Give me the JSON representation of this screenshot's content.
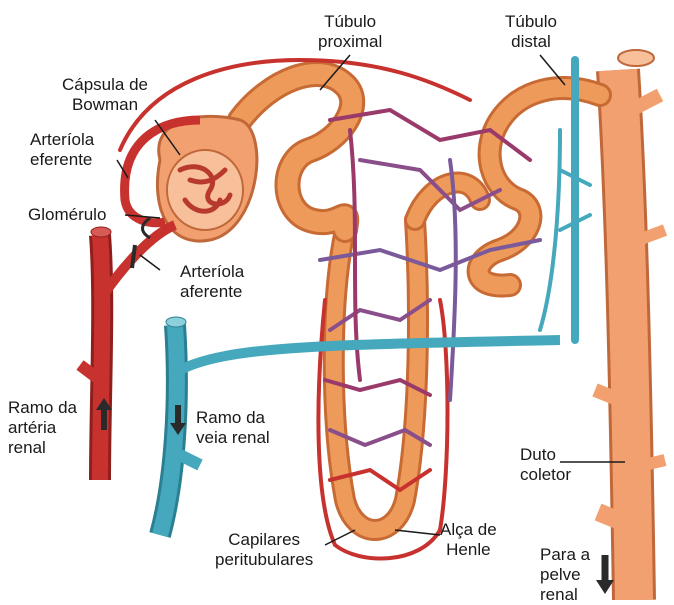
{
  "labels": {
    "proximal_tubule": [
      "Túbulo",
      "proximal"
    ],
    "distal_tubule": [
      "Túbulo",
      "distal"
    ],
    "bowman_capsule": [
      "Cápsula de",
      "Bowman"
    ],
    "efferent_arteriole": [
      "Arteríola",
      "eferente"
    ],
    "glomerulus": "Glomérulo",
    "afferent_arteriole": [
      "Arteríola",
      "aferente"
    ],
    "renal_artery_branch": [
      "Ramo da",
      "artéria",
      "renal"
    ],
    "renal_vein_branch": [
      "Ramo da",
      "veia renal"
    ],
    "collecting_duct": [
      "Duto",
      "coletor"
    ],
    "peritubular_capillaries": [
      "Capilares",
      "peritubulares"
    ],
    "loop_of_henle": [
      "Alça de",
      "Henle"
    ],
    "to_renal_pelvis": [
      "Para a",
      "pelve",
      "renal"
    ]
  },
  "colors": {
    "artery": "#c8322e",
    "vein": "#45a8bd",
    "tubule": "#ee9a5a",
    "tubule_dark": "#c86a34",
    "capillary_mix": "#8a4f8a",
    "duct": "#f2a070",
    "arrow": "#2a2a2a"
  }
}
